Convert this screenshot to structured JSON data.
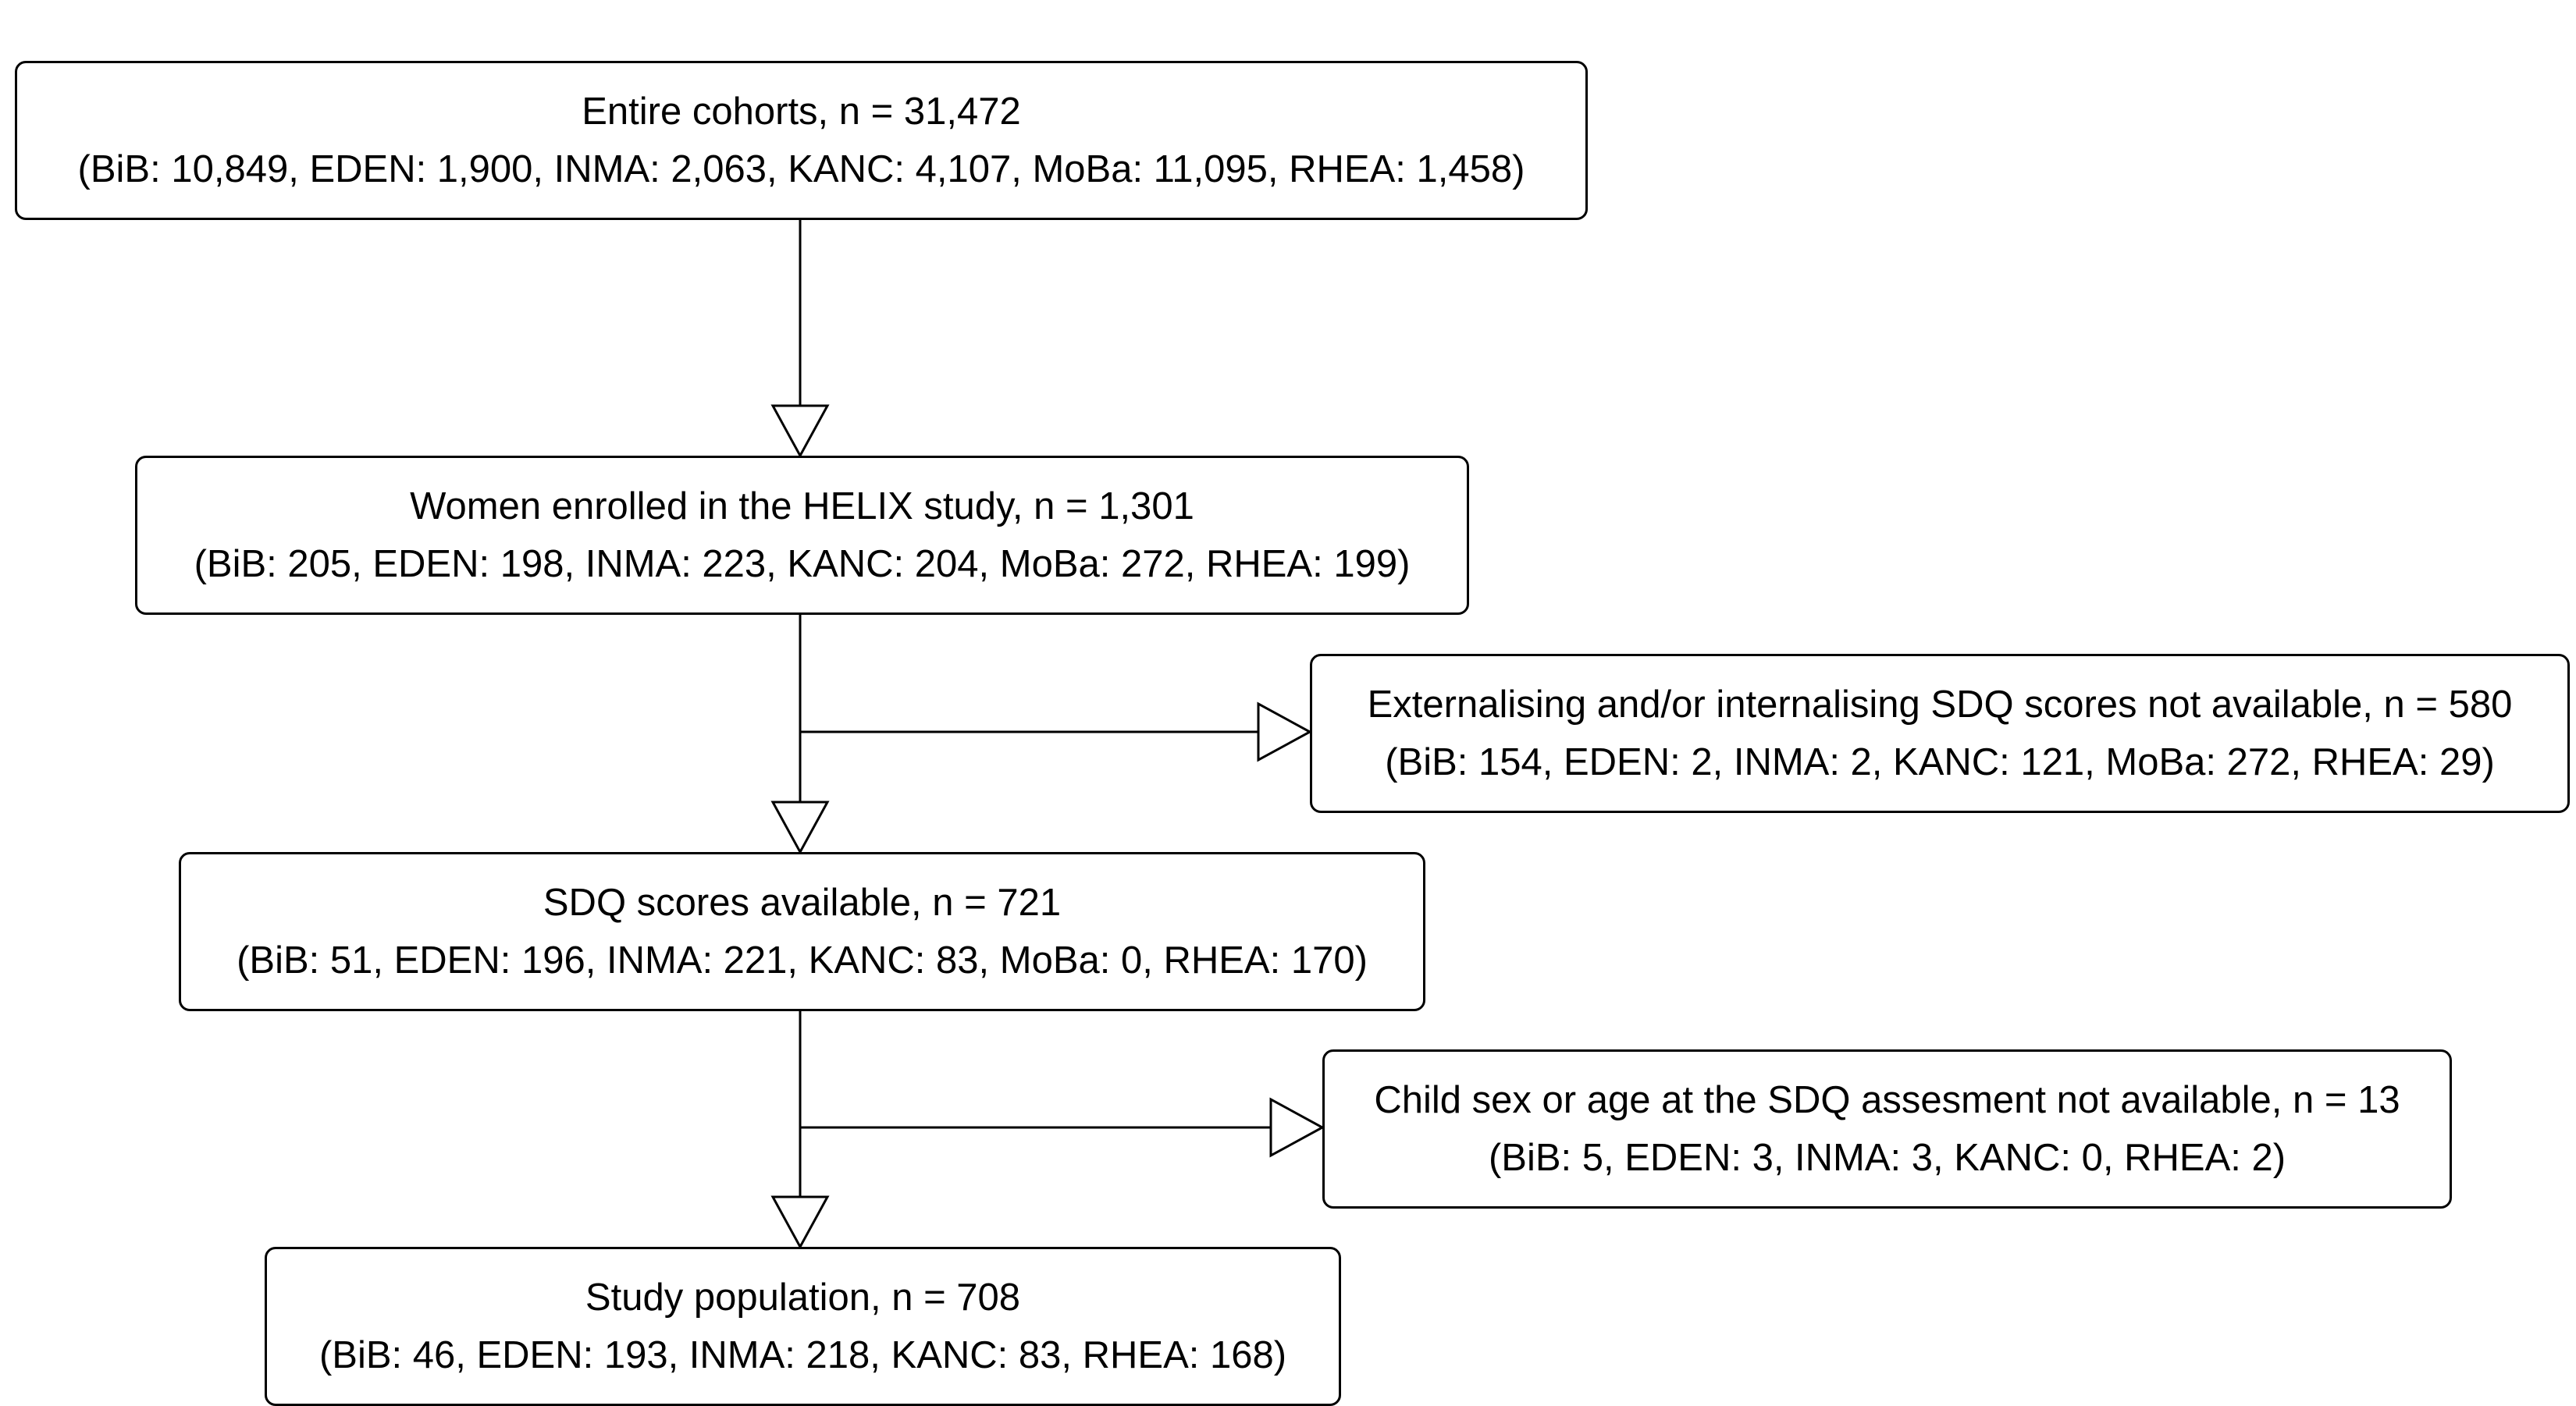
{
  "flowchart": {
    "entire_cohorts": {
      "line1": "Entire cohorts, n = 31,472",
      "line2": "(BiB: 10,849, EDEN: 1,900, INMA: 2,063, KANC: 4,107, MoBa: 11,095, RHEA: 1,458)"
    },
    "enrolled": {
      "line1": "Women enrolled in the HELIX study, n = 1,301",
      "line2": "(BiB: 205, EDEN: 198, INMA: 223, KANC: 204, MoBa: 272, RHEA: 199)"
    },
    "excluded_sdq_missing": {
      "line1": "Externalising and/or internalising SDQ scores not available, n = 580",
      "line2": "(BiB: 154, EDEN: 2, INMA: 2, KANC: 121, MoBa: 272, RHEA: 29)"
    },
    "sdq_available": {
      "line1": "SDQ scores available, n = 721",
      "line2": "(BiB: 51, EDEN: 196, INMA: 221, KANC: 83, MoBa: 0, RHEA: 170)"
    },
    "excluded_sex_age_missing": {
      "line1": "Child sex or age at the SDQ assesment not available, n = 13",
      "line2": "(BiB: 5, EDEN: 3, INMA: 3, KANC: 0, RHEA: 2)"
    },
    "study_population": {
      "line1": "Study population, n = 708",
      "line2": "(BiB: 46, EDEN: 193, INMA: 218, KANC: 83, RHEA: 168)"
    }
  }
}
